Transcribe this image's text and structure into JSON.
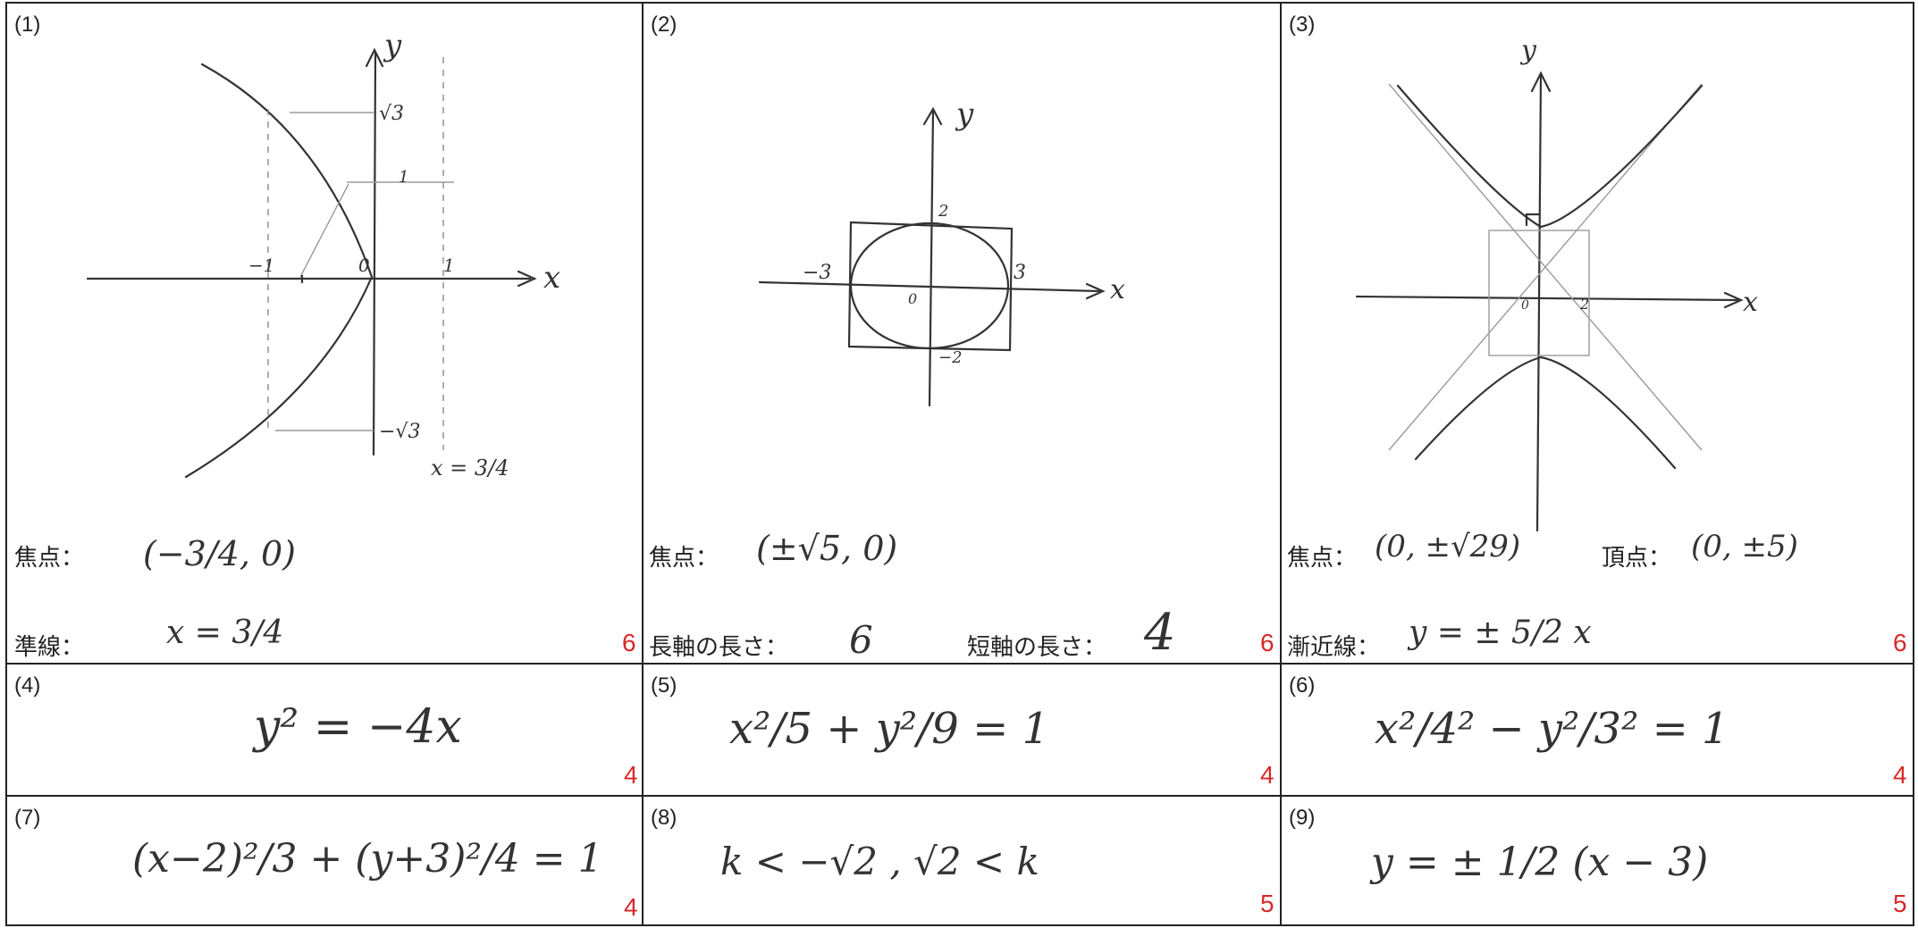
{
  "problems": [
    {
      "no": "(1)",
      "focus_label": "焦点：",
      "focus_answer": "(−3/4, 0)",
      "directrix_label": "準線：",
      "directrix_answer": "x = 3/4",
      "score": "6",
      "graph": {
        "y_axis": "y",
        "x_axis": "x",
        "origin": "0",
        "tick_neg": "−1",
        "tick_pos": "1",
        "y_top": "√3",
        "y_bottom": "−√3",
        "tick_mid": "1",
        "directrix_note": "x = 3/4"
      }
    },
    {
      "no": "(2)",
      "focus_label": "焦点：",
      "focus_answer": "(±√5, 0)",
      "major_label": "長軸の長さ：",
      "major_answer": "6",
      "minor_label": "短軸の長さ：",
      "minor_answer": "4",
      "score": "6",
      "graph": {
        "y_axis": "y",
        "x_axis": "x",
        "origin": "0",
        "x_neg": "−3",
        "x_pos": "3",
        "y_pos": "2",
        "y_neg": "−2"
      }
    },
    {
      "no": "(3)",
      "focus_label": "焦点：",
      "focus_answer": "(0, ±√29)",
      "vertex_label": "頂点：",
      "vertex_answer": "(0, ±5)",
      "asymptote_label": "漸近線：",
      "asymptote_answer": "y = ± 5/2 x",
      "score": "6",
      "graph": {
        "y_axis": "y",
        "x_axis": "x",
        "origin": "0",
        "x_tick": "2"
      }
    },
    {
      "no": "(4)",
      "answer": "y² = −4x",
      "score": "4"
    },
    {
      "no": "(5)",
      "answer": "x²/5 + y²/9 = 1",
      "score": "4"
    },
    {
      "no": "(6)",
      "answer": "x²/4² − y²/3² = 1",
      "score": "4"
    },
    {
      "no": "(7)",
      "answer": "(x−2)²/3 + (y+3)²/4 = 1",
      "score": "4"
    },
    {
      "no": "(8)",
      "answer": "k < −√2 , √2 < k",
      "score": "5"
    },
    {
      "no": "(9)",
      "answer": "y = ± 1/2 (x − 3)",
      "score": "5"
    }
  ]
}
